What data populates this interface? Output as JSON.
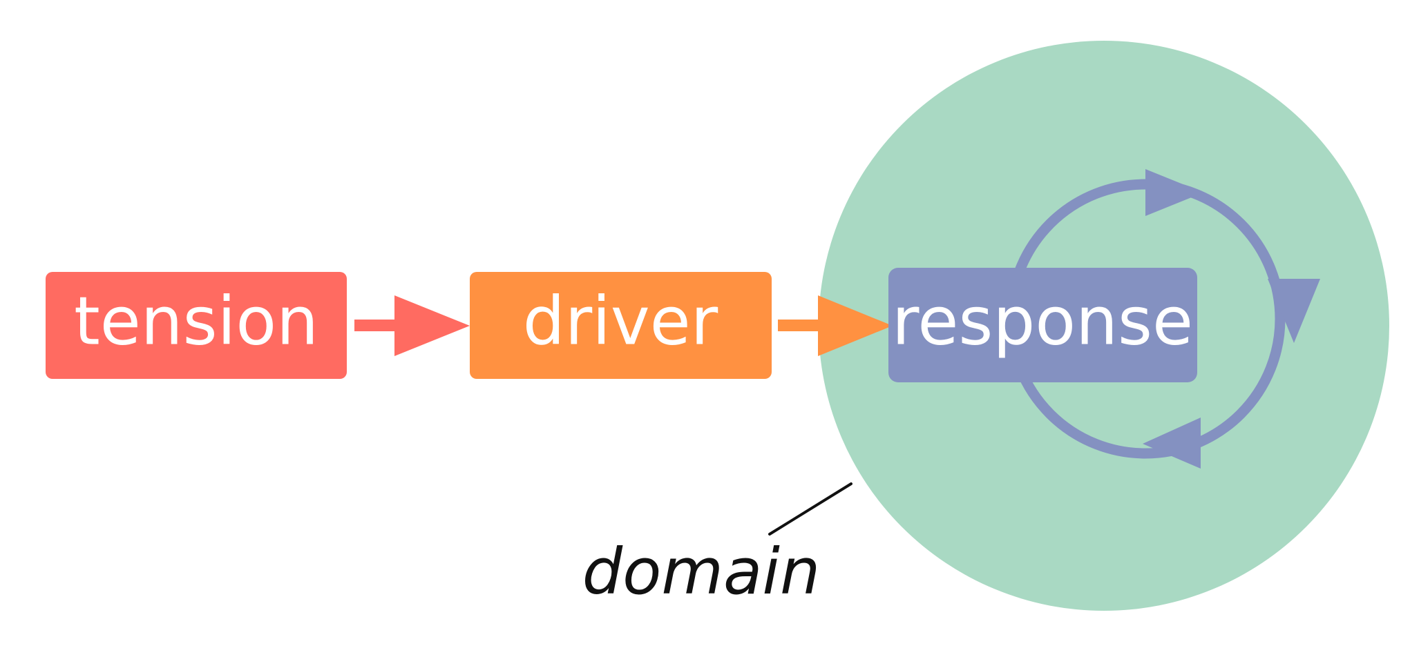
{
  "nodes": {
    "tension": {
      "label": "tension",
      "color": "#ff6b61"
    },
    "driver": {
      "label": "driver",
      "color": "#ff9141"
    },
    "response": {
      "label": "response",
      "color": "#8491c1"
    }
  },
  "domain": {
    "label": "domain",
    "color": "#a9d9c3"
  },
  "connector_colors": {
    "tension_to_driver": "#ff6b61",
    "driver_to_response": "#ff9141",
    "cycle": "#8491c1"
  },
  "icons": {
    "flow_arrow": "right-arrow-icon",
    "cycle": "cycle-arrows-icon"
  }
}
